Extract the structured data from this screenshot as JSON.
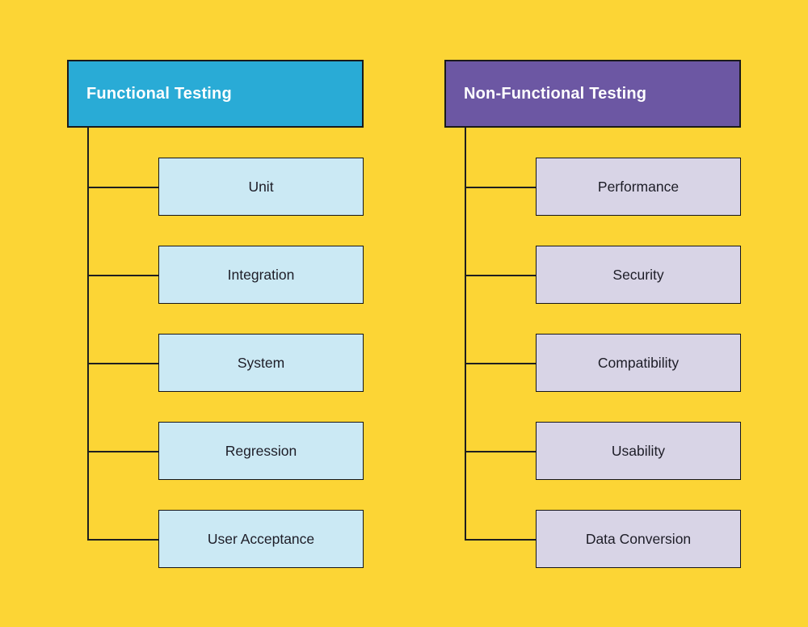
{
  "canvas": {
    "background_color": "#FCD535",
    "connector_color": "#1F1F1F"
  },
  "columns": [
    {
      "header": {
        "label": "Functional Testing",
        "fill_color": "#29ABD6",
        "text_color": "#FFFFFF"
      },
      "item_fill_color": "#CBE9F4",
      "item_text_color": "#1D1D27",
      "items": [
        {
          "label": "Unit"
        },
        {
          "label": "Integration"
        },
        {
          "label": "System"
        },
        {
          "label": "Regression"
        },
        {
          "label": "User Acceptance"
        }
      ]
    },
    {
      "header": {
        "label": "Non-Functional Testing",
        "fill_color": "#6C57A3",
        "text_color": "#FFFFFF"
      },
      "item_fill_color": "#D8D4E6",
      "item_text_color": "#1D1D27",
      "items": [
        {
          "label": "Performance"
        },
        {
          "label": "Security"
        },
        {
          "label": "Compatibility"
        },
        {
          "label": "Usability"
        },
        {
          "label": "Data Conversion"
        }
      ]
    }
  ]
}
